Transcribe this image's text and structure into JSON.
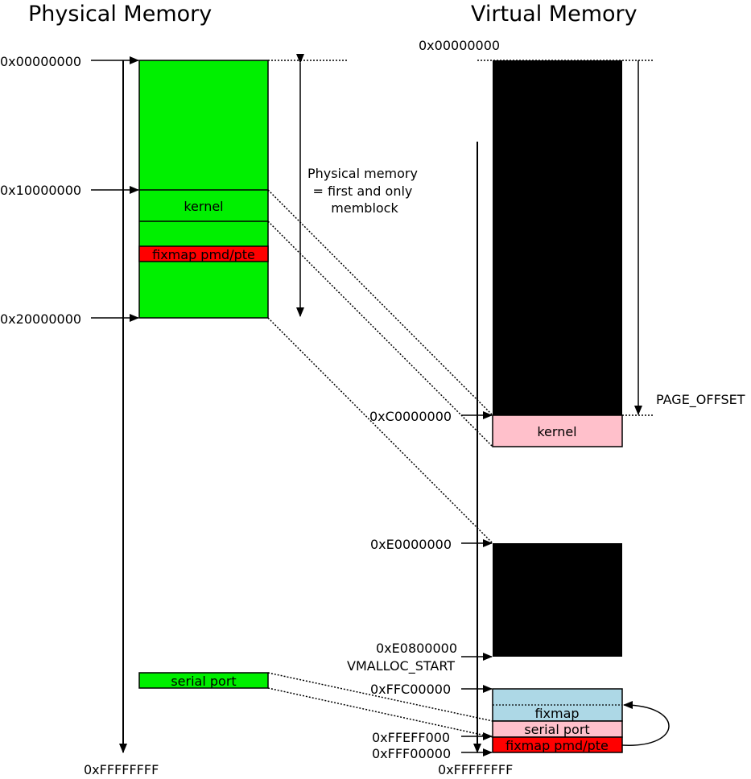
{
  "titles": {
    "physical": "Physical Memory",
    "virtual": "Virtual Memory"
  },
  "physical": {
    "addresses": {
      "a0": "0x00000000",
      "a1": "0x10000000",
      "a2": "0x20000000",
      "end": "0xFFFFFFFF"
    },
    "blocks": {
      "kernel": "kernel",
      "fixmap_pmd_pte": "fixmap pmd/pte",
      "serial_port": "serial port"
    },
    "memblock_note": [
      "Physical memory",
      "= first and only",
      "memblock"
    ]
  },
  "virtual": {
    "addresses": {
      "top": "0x00000000",
      "c0": "0xC0000000",
      "e0": "0xE0000000",
      "e08": "0xE0800000",
      "vmalloc_start": "VMALLOC_START",
      "ffc": "0xFFC00000",
      "ffeff": "0xFFEFF000",
      "fff": "0xFFF00000",
      "end": "0xFFFFFFFF"
    },
    "page_offset": "PAGE_OFFSET",
    "blocks": {
      "kernel": "kernel",
      "fixmap": "fixmap",
      "serial_port": "serial port",
      "fixmap_pmd_pte": "fixmap pmd/pte"
    }
  },
  "colors": {
    "physical_ram": "#00f000",
    "fixmap_pmd_pte": "#ff0000",
    "virtual_unmapped": "#000000",
    "virtual_kernel": "#ffc0cb",
    "virtual_fixmap": "#add8e6",
    "virtual_serial": "#ffc0cb"
  }
}
